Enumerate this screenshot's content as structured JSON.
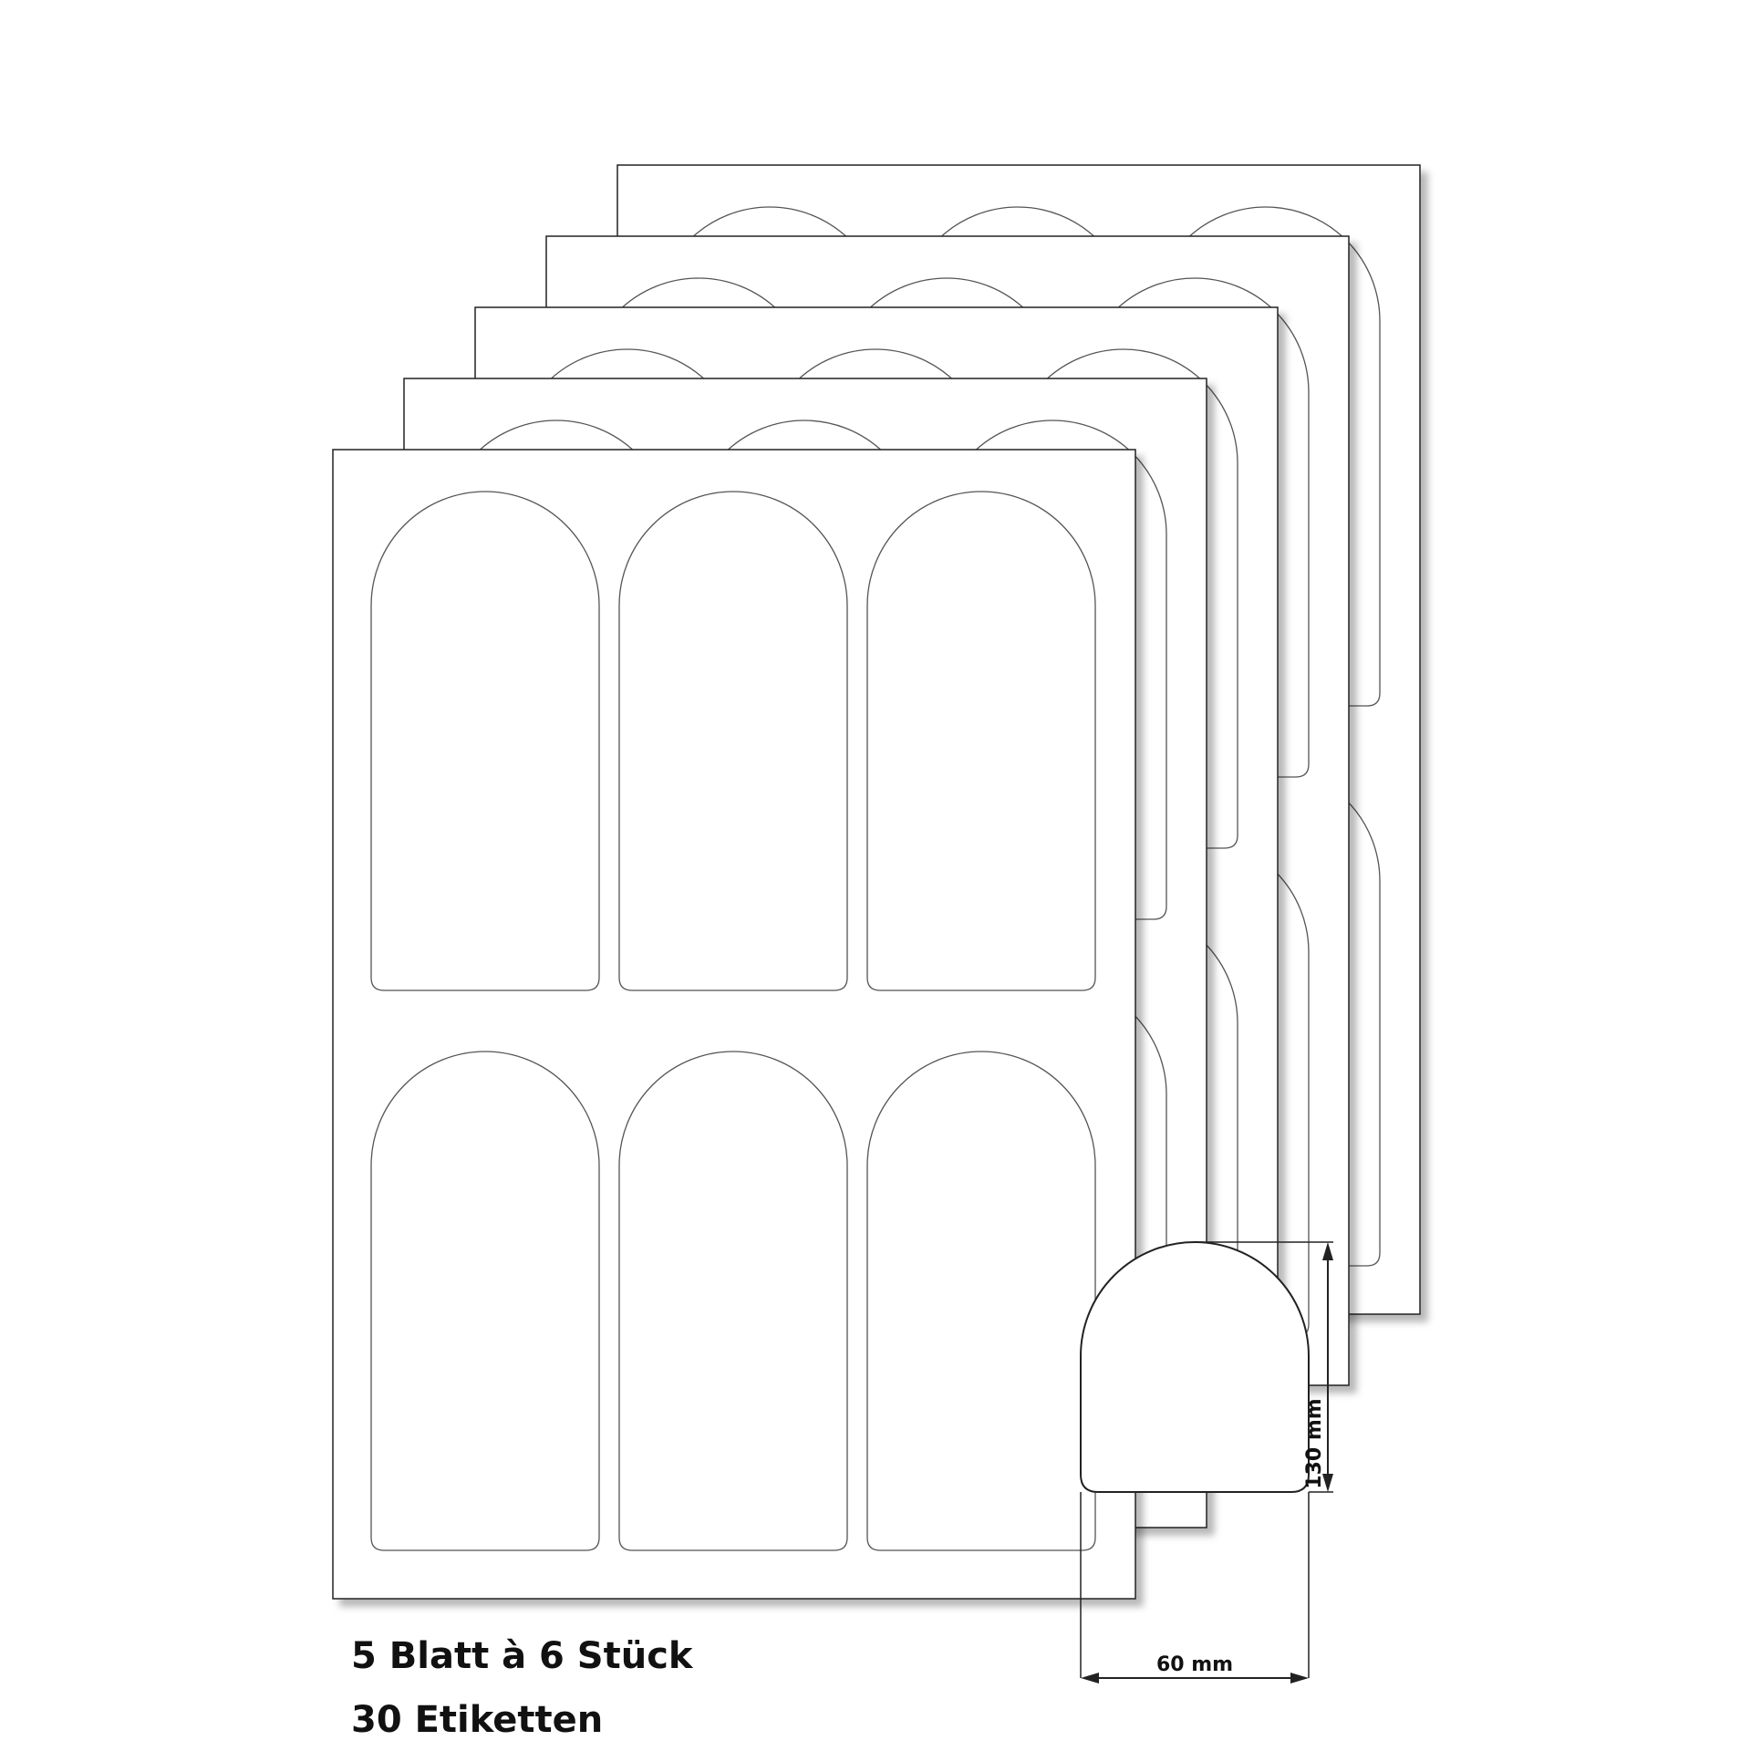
{
  "product": {
    "sheet_count": 5,
    "labels_per_sheet": 6,
    "label_shape": "arch",
    "colors": {
      "sheet": "#ffffff",
      "outline": "#222222",
      "label_outline": "#555555",
      "shadow": "#bdbdbd"
    }
  },
  "caption": {
    "line1": "5 Blatt à 6 Stück",
    "line2": "30 Etiketten"
  },
  "dimensions": {
    "height_label": "130 mm",
    "width_label": "60 mm"
  }
}
